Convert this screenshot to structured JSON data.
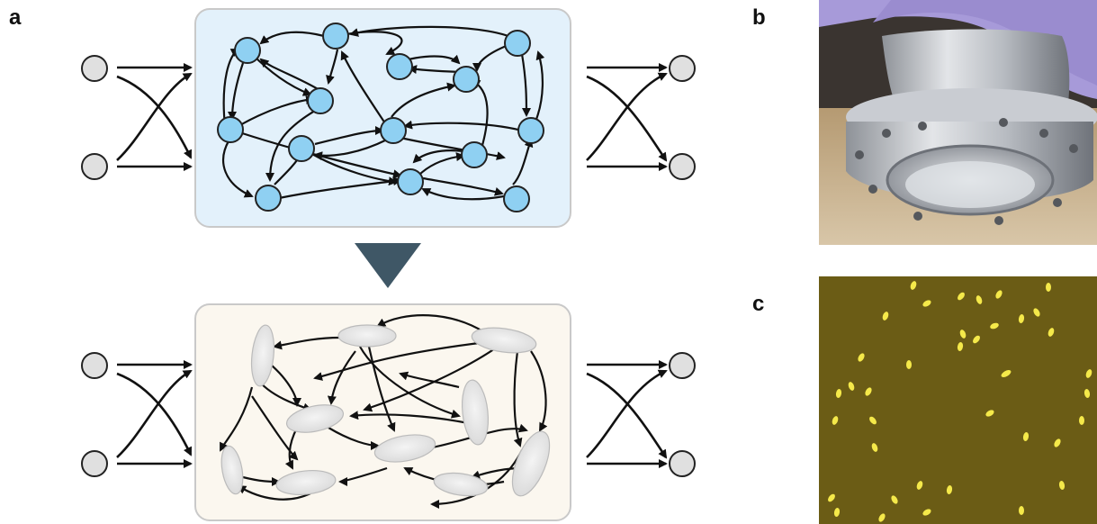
{
  "panels": {
    "a": {
      "label": "a"
    },
    "b": {
      "label": "b"
    },
    "c": {
      "label": "c"
    }
  },
  "colors": {
    "network_box_fill": "#e3f1fb",
    "organism_box_fill": "#fbf7ef",
    "box_border": "#c9c9c9",
    "node_fill": "#8fd0f2",
    "node_stroke": "#222222",
    "io_node_fill": "#e0e0e0",
    "arrow_down": "#3f5766",
    "glove": "#a79ad9",
    "metal": "#c9ccd2",
    "fluorescence_bg": "#6b5c15",
    "fluorescent_cells": "#f5e94a"
  },
  "icons": {
    "down_arrow": "down-triangle-icon",
    "organism": "paramecium-cell-icon"
  }
}
